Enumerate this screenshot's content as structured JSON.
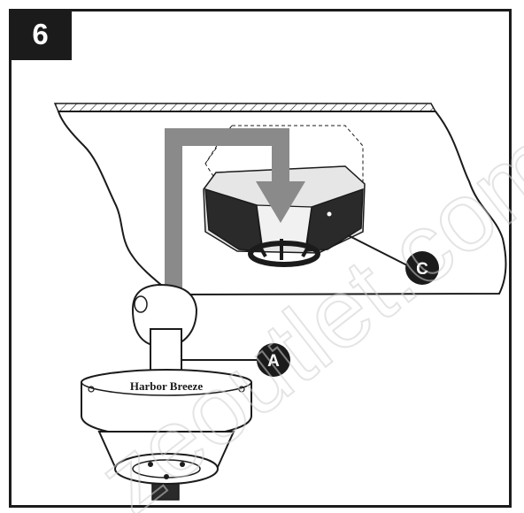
{
  "step": {
    "number": "6"
  },
  "callouts": {
    "a": "A",
    "c": "C"
  },
  "brand": {
    "name": "Harbor Breeze"
  },
  "watermark": {
    "text": "zeoutlet.com"
  },
  "colors": {
    "ink": "#1b1b1b",
    "arrow_gray": "#8a8a8a",
    "bracket_dark": "#2a2a2a",
    "light_gray": "#e6e6e6",
    "watermark_gray": "#e4e4e4"
  }
}
